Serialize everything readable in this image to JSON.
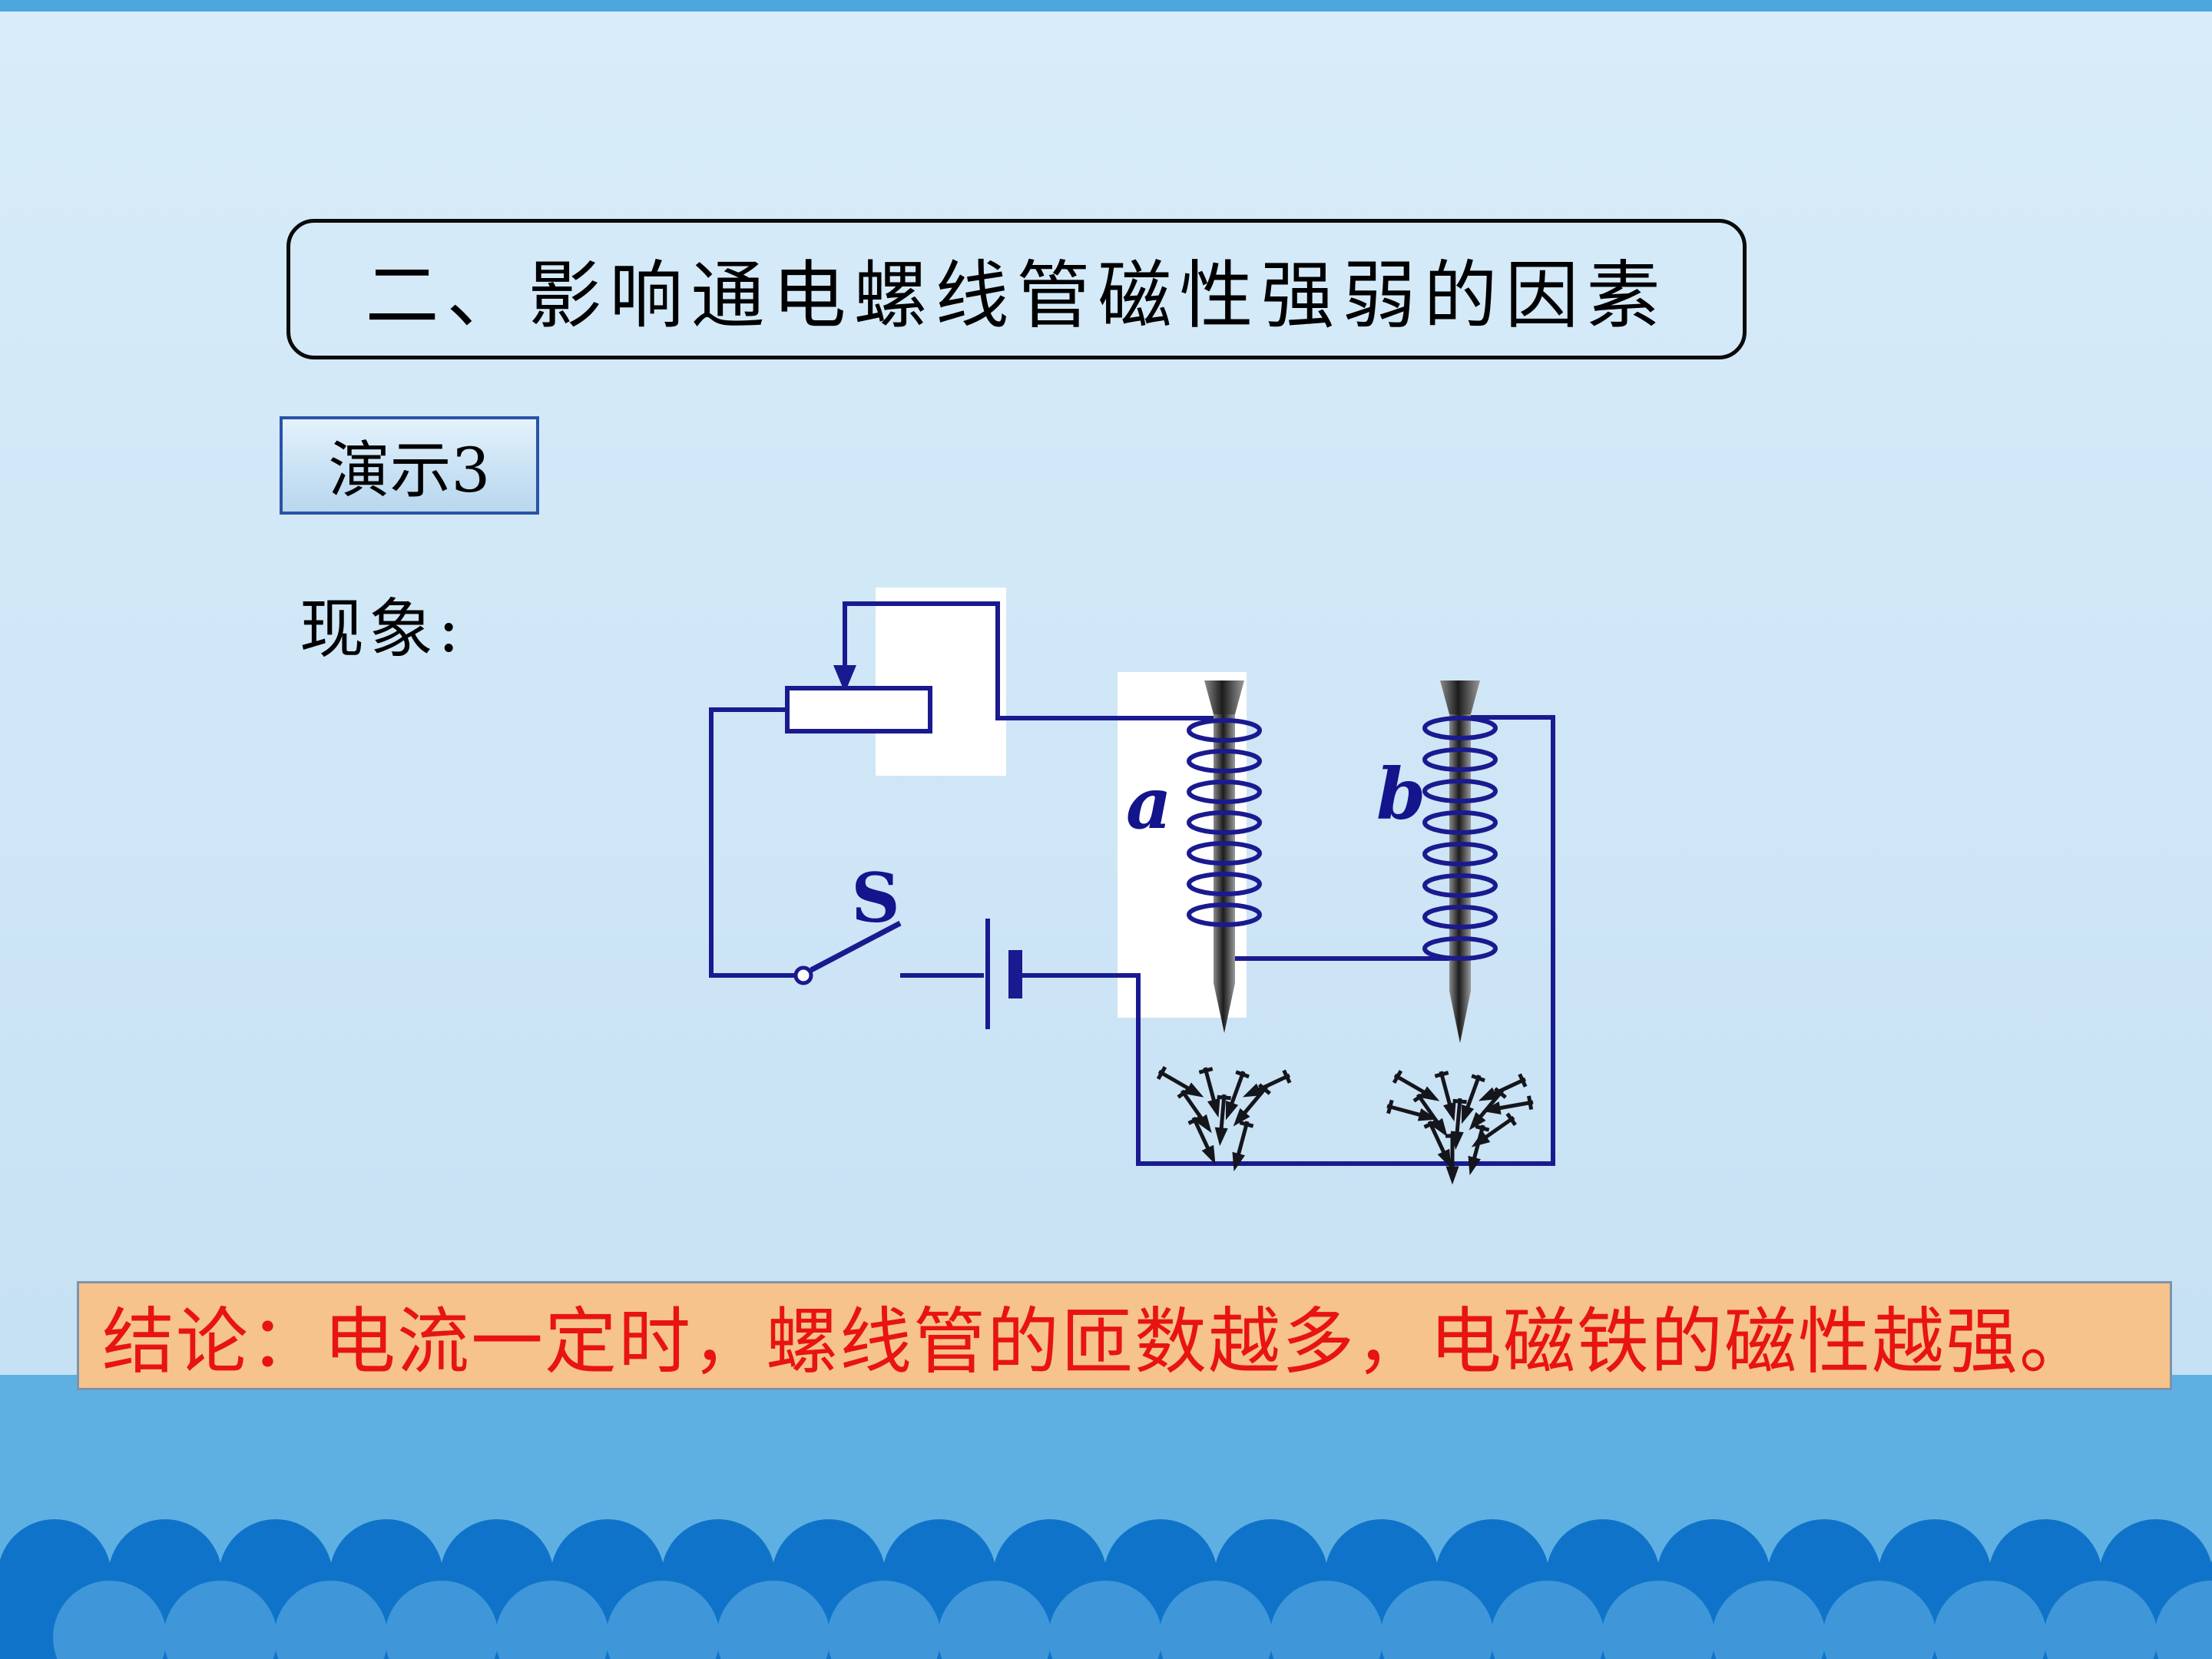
{
  "slide": {
    "title": "二、影响通电螺线管磁性强弱的因素",
    "demo_badge": "演示3",
    "phenomenon_label": "现象:",
    "conclusion": "结论：电流一定时，螺线管的匝数越多，电磁铁的磁性越强。"
  },
  "diagram": {
    "switch_label": "S",
    "coil_a_label": "a",
    "coil_b_label": "b",
    "coil_a_turns": 7,
    "coil_b_turns": 8,
    "nails_a": 9,
    "nails_b": 13
  },
  "colors": {
    "page_bg_top": "#d8ecf9",
    "page_bg_bottom": "#c2def2",
    "strip": "#4ea6df",
    "band": "#5fb0e2",
    "wave_dark": "#0f74c9",
    "wave_mid": "#3f97d9",
    "wire": "#1a1a90",
    "conclusion_bg": "#f6c38d",
    "conclusion_text": "#e81410",
    "demo_border": "#2a52a8"
  }
}
